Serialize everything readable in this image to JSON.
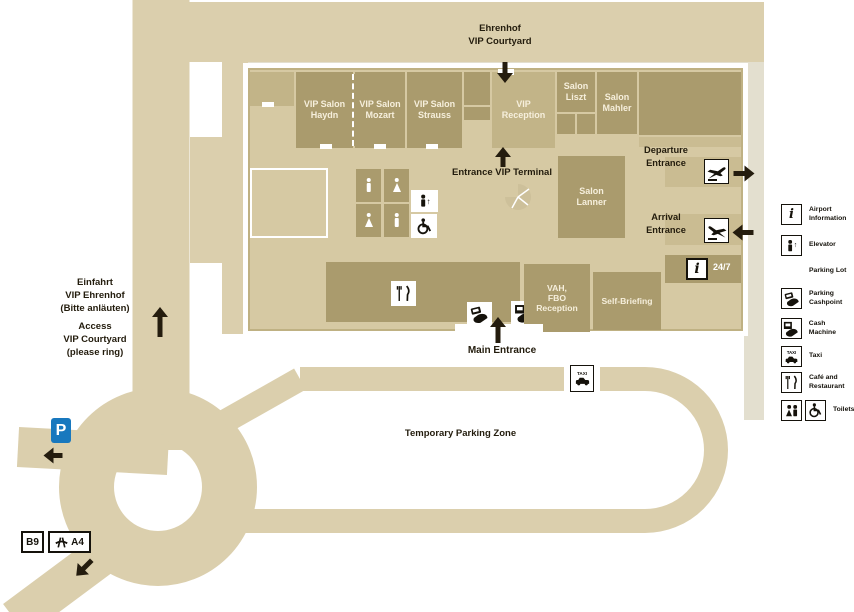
{
  "colors": {
    "road": "#dbcfad",
    "pale": "#e3dfcf",
    "building_fill": "#d6c9a3",
    "building_border": "#bfb183",
    "room_dark": "#aa9b6d",
    "room_medium": "#c2b488",
    "accent_blue": "#1878be",
    "text_dark": "#231c0d"
  },
  "map": {
    "courtyard_label": "Ehrenhof\nVIP Courtyard",
    "entrance_vip_terminal": "Entrance VIP Terminal",
    "main_entrance": "Main Entrance",
    "departure_entrance": "Departure\nEntrance",
    "arrival_entrance": "Arrival\nEntrance",
    "info_badge": "24/7",
    "info_letter": "i",
    "temporary_parking_zone": "Temporary Parking Zone",
    "access_note_de": "Einfahrt\nVIP Ehrenhof\n(Bitte anläuten)",
    "access_note_en": "Access\nVIP Courtyard\n(please ring)",
    "taxi_sign": "TAXI",
    "parking_sign": "P",
    "road_sign_b9": "B9",
    "road_sign_a4": "A4"
  },
  "rooms": {
    "haydn": "VIP Salon\nHaydn",
    "mozart": "VIP Salon\nMozart",
    "strauss": "VIP Salon\nStrauss",
    "reception": "VIP\nReception",
    "liszt": "Salon\nLiszt",
    "mahler": "Salon\nMahler",
    "lanner": "Salon\nLanner",
    "vah": "VAH,\nFBO\nReception",
    "self_briefing": "Self-Briefing"
  },
  "legend": {
    "items": [
      {
        "icon": "airport-information",
        "label": "Airport\nInformation"
      },
      {
        "icon": "elevator",
        "label": "Elevator"
      },
      {
        "icon": "parking-lot",
        "label": "Parking Lot"
      },
      {
        "icon": "parking-cashpoint",
        "label": "Parking\nCashpoint"
      },
      {
        "icon": "cash-machine",
        "label": "Cash Machine"
      },
      {
        "icon": "taxi",
        "label": "Taxi"
      },
      {
        "icon": "cafe-restaurant",
        "label": "Café and\nRestaurant"
      },
      {
        "icon": "toilets",
        "label": "Toilets"
      }
    ]
  }
}
